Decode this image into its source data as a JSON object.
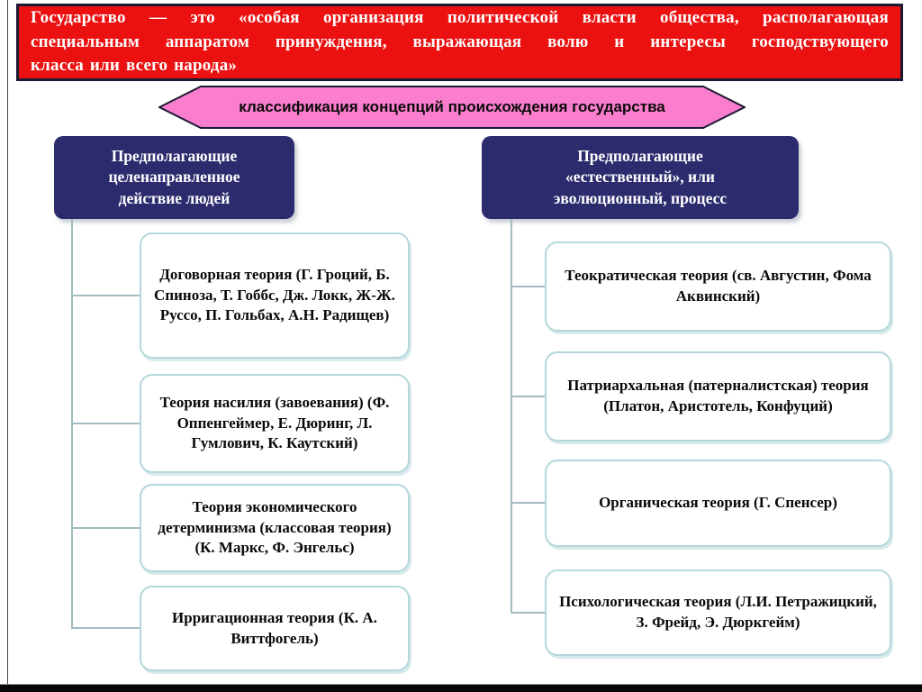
{
  "slide": {
    "banner_lines": [
      "Государство — это «особая организация политической власти общества, располагающая",
      "специальным аппаратом принуждения, выражающая волю и интересы господствующего",
      "класса или всего народа»"
    ],
    "classification_label": "классификация концепций происхождения государства"
  },
  "columns": [
    {
      "header": "Предполагающие\nцеленаправленное\nдействие людей",
      "items": [
        "Договорная теория (Г. Гроций, Б. Спиноза, Т. Гоббс, Дж. Локк, Ж-Ж. Руссо, П. Гольбах, А.Н. Радищев)",
        "Теория насилия (завоевания) (Ф. Оппенгеймер, Е. Дюринг, Л. Гумлович, К. Каутский)",
        "Теория экономического детерминизма (классовая теория) (К. Маркс, Ф. Энгельс)",
        "Ирригационная теория (К. А. Виттфогель)"
      ]
    },
    {
      "header": "Предполагающие\n«естественный», или\nэволюционный, процесс",
      "items": [
        "Теократическая теория (св. Августин, Фома Аквинский)",
        "Патриархальная (патерналистская) теория (Платон, Аристотель, Конфуций)",
        "Органическая теория (Г. Спенсер)",
        "Психологическая теория (Л.И. Петражицкий, З. Фрейд, Э. Дюркгейм)"
      ]
    }
  ],
  "colors": {
    "banner_bg": "#eb1111",
    "banner_border": "#1a1a33",
    "banner_text": "#ffffff",
    "hexagon_bg": "#fa7ecd",
    "header_bg": "#2c2b6e",
    "header_text": "#ffffff",
    "box_border": "#b5d7db",
    "connector": "#a2bcc0",
    "footer_bar": "#060606"
  }
}
